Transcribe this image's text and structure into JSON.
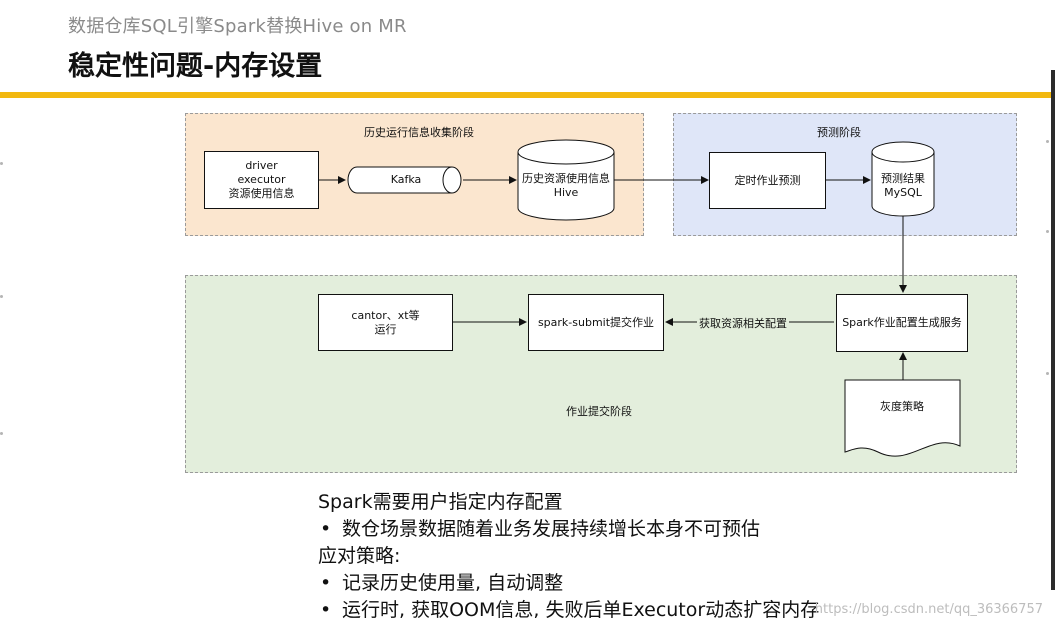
{
  "slide": {
    "subtitle": "数据仓库SQL引擎Spark替换Hive on MR",
    "title": "稳定性问题-内存设置"
  },
  "diagram": {
    "phases": {
      "history": "历史运行信息收集阶段",
      "predict": "预测阶段",
      "submit": "作业提交阶段"
    },
    "nodes": {
      "driver": "driver\nexecutor\n资源使用信息",
      "kafka": "Kafka",
      "hive": "历史资源使用信息\nHive",
      "cron": "定时作业预测",
      "mysql": "预测结果\nMySQL",
      "cantor": "cantor、xt等\n运行",
      "spark_submit": "spark-submit提交作业",
      "config_service": "Spark作业配置生成服务",
      "gray": "灰度策略"
    },
    "edge_labels": {
      "get_config": "获取资源相关配置"
    }
  },
  "notes": {
    "heading": "Spark需要用户指定内存配置",
    "point1": "数仓场景数据随着业务发展持续增长本身不可预估",
    "strategy": "应对策略:",
    "point2": "记录历史使用量, 自动调整",
    "point3": "运行时, 获取OOM信息, 失败后单Executor动态扩容内存"
  },
  "watermark": "https://blog.csdn.net/qq_36366757",
  "colors": {
    "accent": "#f2b80f",
    "history_phase": "#fbe6cf",
    "predict_phase": "#dfe6f8",
    "submit_phase": "#e3eedc"
  }
}
